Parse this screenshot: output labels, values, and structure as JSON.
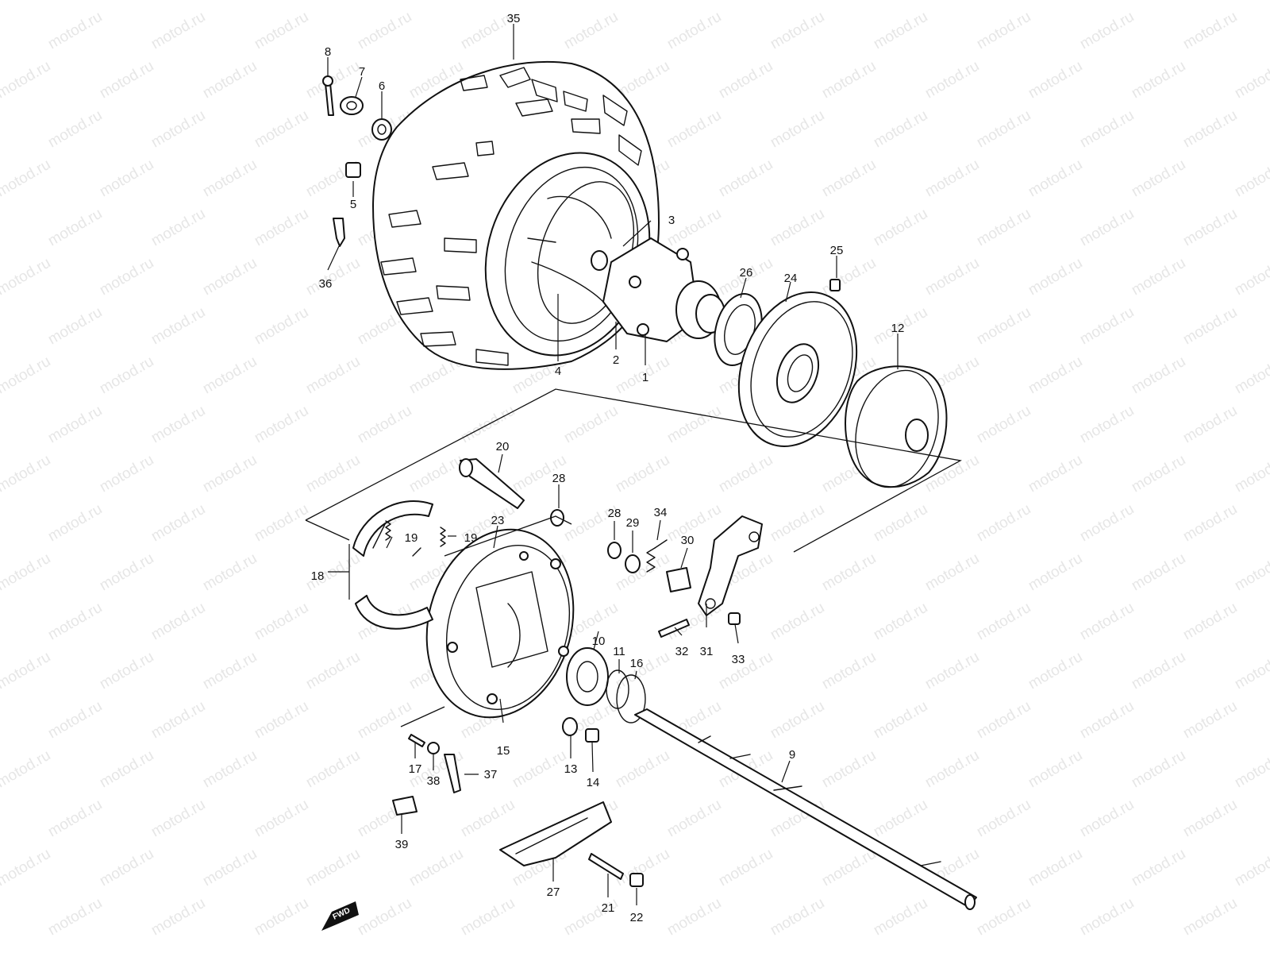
{
  "watermark": {
    "text": "motod.ru"
  },
  "parts": [
    {
      "id": "p1",
      "label": "1"
    },
    {
      "id": "p2",
      "label": "2"
    },
    {
      "id": "p3",
      "label": "3"
    },
    {
      "id": "p4",
      "label": "4"
    },
    {
      "id": "p5",
      "label": "5"
    },
    {
      "id": "p6",
      "label": "6"
    },
    {
      "id": "p7",
      "label": "7"
    },
    {
      "id": "p8",
      "label": "8"
    },
    {
      "id": "p9",
      "label": "9"
    },
    {
      "id": "p10",
      "label": "10"
    },
    {
      "id": "p11",
      "label": "11"
    },
    {
      "id": "p12",
      "label": "12"
    },
    {
      "id": "p13",
      "label": "13"
    },
    {
      "id": "p14",
      "label": "14"
    },
    {
      "id": "p15",
      "label": "15"
    },
    {
      "id": "p16",
      "label": "16"
    },
    {
      "id": "p17",
      "label": "17"
    },
    {
      "id": "p18",
      "label": "18"
    },
    {
      "id": "p19a",
      "label": "19"
    },
    {
      "id": "p19b",
      "label": "19"
    },
    {
      "id": "p20",
      "label": "20"
    },
    {
      "id": "p21",
      "label": "21"
    },
    {
      "id": "p22",
      "label": "22"
    },
    {
      "id": "p23",
      "label": "23"
    },
    {
      "id": "p24",
      "label": "24"
    },
    {
      "id": "p25",
      "label": "25"
    },
    {
      "id": "p26",
      "label": "26"
    },
    {
      "id": "p27",
      "label": "27"
    },
    {
      "id": "p28a",
      "label": "28"
    },
    {
      "id": "p28b",
      "label": "28"
    },
    {
      "id": "p29",
      "label": "29"
    },
    {
      "id": "p30",
      "label": "30"
    },
    {
      "id": "p31",
      "label": "31"
    },
    {
      "id": "p32",
      "label": "32"
    },
    {
      "id": "p33",
      "label": "33"
    },
    {
      "id": "p34",
      "label": "34"
    },
    {
      "id": "p35",
      "label": "35"
    },
    {
      "id": "p36",
      "label": "36"
    },
    {
      "id": "p37",
      "label": "37"
    },
    {
      "id": "p38",
      "label": "38"
    },
    {
      "id": "p39",
      "label": "39"
    }
  ],
  "fwd_badge": {
    "text": "FWD"
  }
}
